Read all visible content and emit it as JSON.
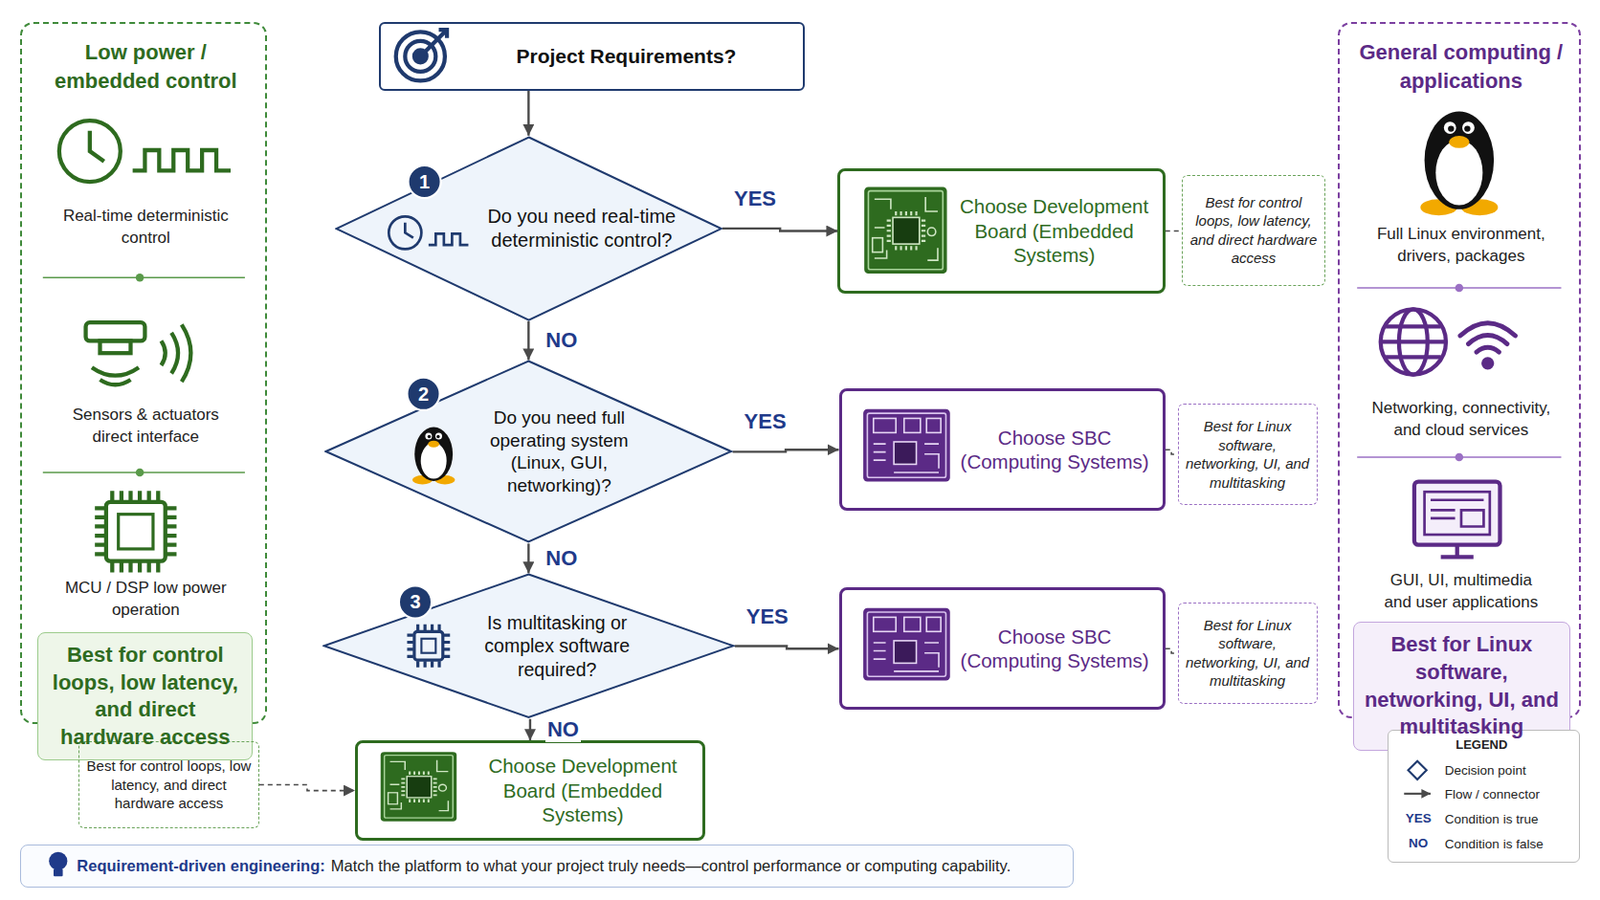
{
  "diagram": {
    "nodes": [
      {
        "text": [
          "Low power / embedded control",
          "Real-time deterministic control",
          "Sensors & actuators direct interface",
          "MCU / DSP low power operation"
        ]
      },
      {
        "text": [
          "Best for control loops, low latency, and direct hardware access"
        ],
        "in": 0
      },
      {
        "text": [
          "Project Requirements?"
        ]
      },
      {
        "text": [
          "Do you need real-time deterministic control?"
        ]
      },
      {
        "text": [
          "Choose Development Board (Embedded Systems)"
        ]
      },
      {
        "text": [
          "Best for control loops, low latency, and direct hardware access"
        ]
      },
      {
        "text": [
          "Do you need full operating system (Linux, GUI, networking)?"
        ]
      },
      {
        "text": [
          "Choose SBC (Computing Systems)"
        ]
      },
      {
        "text": [
          "Best for Linux software, networking, UI, and multitasking"
        ]
      },
      {
        "text": [
          "Is multitasking or complex software required?"
        ]
      },
      {
        "text": [
          "Choose SBC (Computing Systems)"
        ]
      },
      {
        "text": [
          "Best for Linux software, networking, UI, and multitasking"
        ]
      },
      {
        "text": [
          "Best for control loops, low latency, and direct hardware access"
        ]
      },
      {
        "text": [
          "Choose Development Board (Embedded Systems)"
        ]
      },
      {
        "text": [
          "General computing / applications",
          "Full Linux environment, drivers, packages",
          "Networking, connectivity, and cloud services",
          "GUI, UI, multimedia and user applications"
        ]
      },
      {
        "text": [
          "Best for Linux software, networking, UI, and multitasking"
        ],
        "in": 14
      },
      {
        "text": [
          "Requirement-driven engineering:",
          "Match the platform to what your project truly needs—control performance or computing capability."
        ]
      }
    ],
    "edges": [
      {
        "from": 2,
        "to": 3,
        "arrow": "to"
      },
      {
        "from": 3,
        "to": 4,
        "label": "YES",
        "arrow": "to"
      },
      {
        "from": 3,
        "to": 6,
        "label": "NO",
        "arrow": "to"
      },
      {
        "from": 6,
        "to": 7,
        "label": "YES",
        "arrow": "to"
      },
      {
        "from": 6,
        "to": 9,
        "label": "NO",
        "arrow": "to"
      },
      {
        "from": 9,
        "to": 10,
        "label": "YES",
        "arrow": "to"
      },
      {
        "from": 9,
        "to": 13,
        "label": "NO",
        "arrow": "to"
      },
      {
        "from": 12,
        "to": 13,
        "arrow": "to"
      },
      {
        "from": 4,
        "to": 5,
        "arrow": "none"
      },
      {
        "from": 7,
        "to": 8,
        "arrow": "none"
      },
      {
        "from": 10,
        "to": 11,
        "arrow": "none"
      }
    ],
    "labels": [
      "1",
      "2",
      "3",
      "LEGEND",
      "YES",
      "NO"
    ],
    "legend": [
      {
        "text": "Decision point"
      },
      {
        "text": "Flow / connector"
      },
      {
        "text": "Condition is true"
      },
      {
        "text": "Condition is false"
      }
    ]
  }
}
